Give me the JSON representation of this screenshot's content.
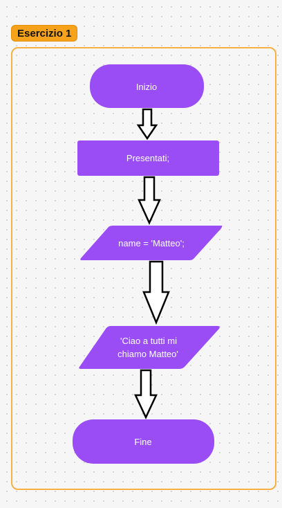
{
  "frame": {
    "label": "Esercizio 1"
  },
  "colors": {
    "node_fill": "#9a4df5",
    "frame_border": "#f7b041",
    "label_fill": "#f7a21b",
    "arrow_fill": "#ffffff",
    "arrow_stroke": "#000000"
  },
  "nodes": {
    "start": {
      "label": "Inizio"
    },
    "process": {
      "label": "Presentati;"
    },
    "input": {
      "label": "name = 'Matteo';"
    },
    "output": {
      "line1": "'Ciao a tutti mi",
      "line2": "chiamo Matteo'"
    },
    "end": {
      "label": "Fine"
    }
  }
}
